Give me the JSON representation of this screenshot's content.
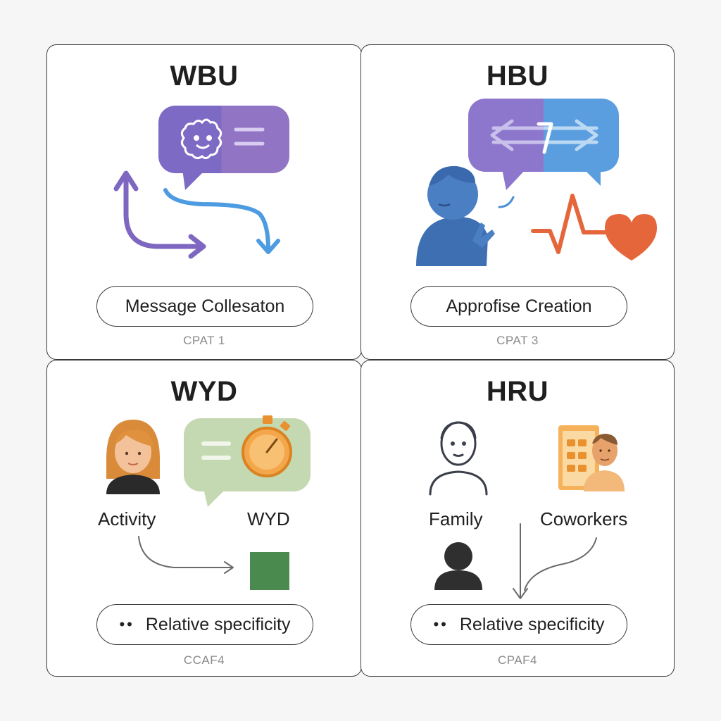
{
  "panels": [
    {
      "title": "WBU",
      "pill": "Message Collesaton",
      "code": "CPAT 1"
    },
    {
      "title": "HBU",
      "pill": "Approfise Creation",
      "code": "CPAT 3"
    },
    {
      "title": "WYD",
      "pill": "Relative specificity",
      "pill_dots": "••",
      "code": "CCAF4",
      "labels": {
        "left": "Activity",
        "right": "WYD"
      }
    },
    {
      "title": "HRU",
      "pill": "Relative specificity",
      "pill_dots": "••",
      "code": "CPAF4",
      "labels": {
        "left": "Family",
        "right": "Coworkers"
      }
    }
  ],
  "colors": {
    "purple": "#7e67c0",
    "blue": "#4d8fd6",
    "sage": "#c4d9b2",
    "orange": "#f3a64a",
    "red_orange": "#e6663c",
    "green": "#4b8a4e",
    "dark": "#2f2f2f"
  }
}
